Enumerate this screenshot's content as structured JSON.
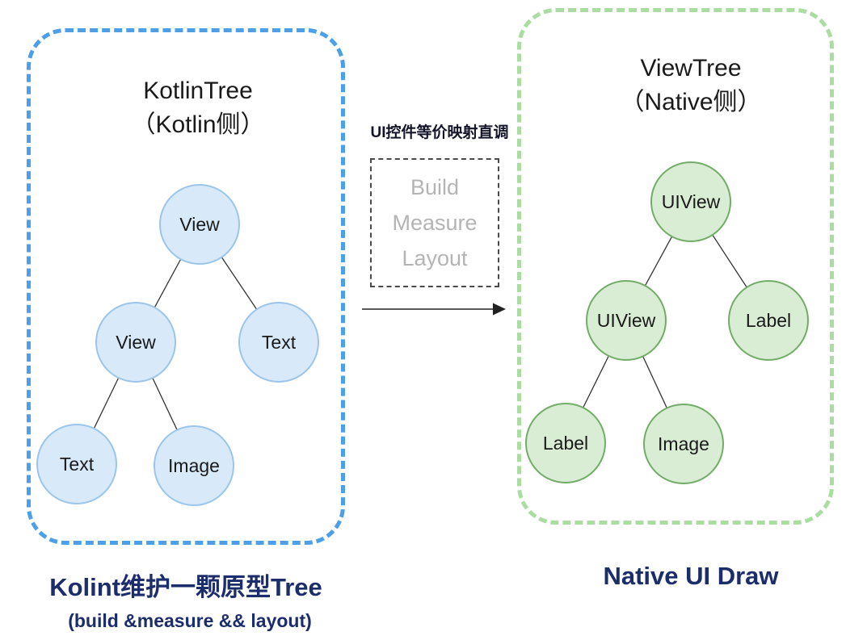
{
  "left_panel": {
    "title_line1": "KotlinTree",
    "title_line2": "（Kotlin侧）",
    "border_color": "#4da0e8",
    "node_fill": "#d8e9fa",
    "node_border": "#9cc5ea",
    "nodes": [
      {
        "label": "View"
      },
      {
        "label": "View"
      },
      {
        "label": "Text"
      },
      {
        "label": "Text"
      },
      {
        "label": "Image"
      }
    ],
    "caption_line1": "Kolint维护一颗原型Tree",
    "caption_line2": "(build &measure && layout)"
  },
  "right_panel": {
    "title_line1": "ViewTree",
    "title_line2": "（Native侧）",
    "border_color": "#abdda2",
    "node_fill": "#d9ecd4",
    "node_border": "#72ad68",
    "nodes": [
      {
        "label": "UIView"
      },
      {
        "label": "UIView"
      },
      {
        "label": "Label"
      },
      {
        "label": "Label"
      },
      {
        "label": "Image"
      }
    ],
    "caption": "Native UI Draw"
  },
  "middle": {
    "mapping_label": "UI控件等价映射直调",
    "steps": [
      "Build",
      "Measure",
      "Layout"
    ]
  }
}
